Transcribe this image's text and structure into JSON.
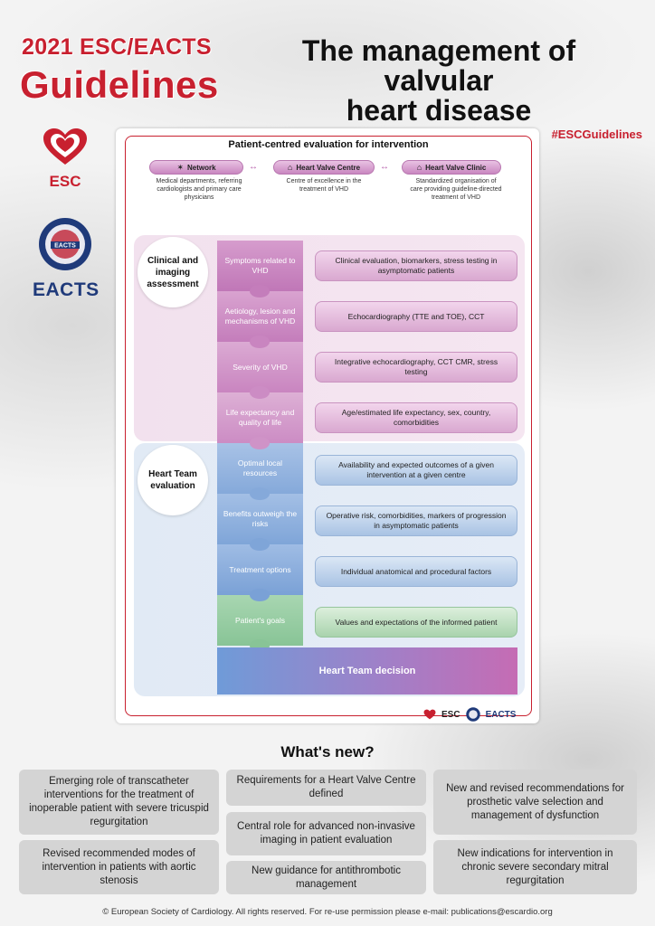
{
  "header": {
    "year_line": "2021 ESC/EACTS",
    "guidelines": "Guidelines",
    "title_line1": "The management of valvular",
    "title_line2": "heart disease",
    "hashtag": "#ESCGuidelines"
  },
  "logos": {
    "esc": "ESC",
    "eacts": "EACTS",
    "eacts_badge": "EACTS"
  },
  "diagram": {
    "title": "Patient-centred evaluation for intervention",
    "top_nodes": [
      {
        "label": "Network",
        "desc": "Medical departments, referring cardiologists and primary care physicians"
      },
      {
        "label": "Heart Valve Centre",
        "desc": "Centre of excellence in the treatment of VHD"
      },
      {
        "label": "Heart Valve Clinic",
        "desc": "Standardized organisation of care providing guideline-directed treatment of VHD"
      }
    ],
    "sections": {
      "clinical": "Clinical and imaging assessment",
      "heart_team": "Heart Team evaluation"
    },
    "steps": [
      {
        "label": "Symptoms related to VHD",
        "detail": "Clinical evaluation, biomarkers, stress testing in asymptomatic patients"
      },
      {
        "label": "Aetiology, lesion and mechanisms of VHD",
        "detail": "Echocardiography (TTE and TOE), CCT"
      },
      {
        "label": "Severity of VHD",
        "detail": "Integrative echocardiography, CCT CMR, stress testing"
      },
      {
        "label": "Life expectancy and quality of life",
        "detail": "Age/estimated life expectancy, sex, country, comorbidities"
      },
      {
        "label": "Optimal local resources",
        "detail": "Availability and expected outcomes of a given intervention at a given centre"
      },
      {
        "label": "Benefits outweigh the risks",
        "detail": "Operative risk, comorbidities, markers of progression in asymptomatic patients"
      },
      {
        "label": "Treatment options",
        "detail": "Individual anatomical and procedural factors"
      },
      {
        "label": "Patient's goals",
        "detail": "Values and expectations of the informed patient"
      }
    ],
    "decision": "Heart Team decision",
    "footer_esc": "ESC",
    "footer_eacts": "EACTS"
  },
  "whats_new": {
    "title": "What's new?",
    "items": [
      "Emerging role of transcatheter interventions for the treatment of inoperable patient with severe tricuspid regurgitation",
      "Requirements for a Heart Valve Centre defined",
      "New and revised recommendations for prosthetic valve selection and management of dysfunction",
      "Central role for advanced non-invasive imaging in patient evaluation",
      "Revised recommended modes of intervention in patients with aortic stenosis",
      "New guidance for antithrombotic management",
      "New indications for intervention in chronic severe secondary mitral regurgitation"
    ]
  },
  "footer": {
    "copyright": "© European Society of Cardiology. All rights reserved. For re-use permission please e-mail: publications@escardio.org"
  },
  "colors": {
    "brand_red": "#c8202f",
    "eacts_blue": "#1f3a7a",
    "purple_step": "#c77fbf",
    "blue_step": "#7ea3d6",
    "green_step": "#8cc49a"
  }
}
